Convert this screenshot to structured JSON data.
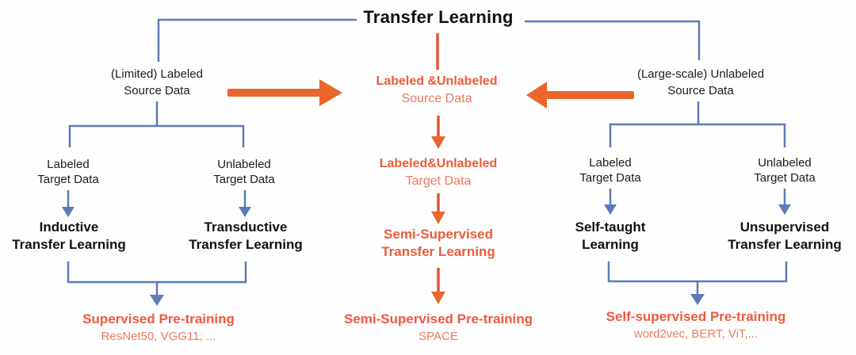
{
  "colors": {
    "blue_line": "#5b7db4",
    "orange_arrow": "#e9662d",
    "orange_heading": "#ef5840",
    "orange_light": "#ed7a5c",
    "black_text": "#1c1c1c"
  },
  "title": "Transfer Learning",
  "left": {
    "source": {
      "line1": "(Limited) Labeled",
      "line2": "Source Data"
    },
    "branch1": {
      "line1": "Labeled",
      "line2": "Target Data"
    },
    "branch2": {
      "line1": "Unlabeled",
      "line2": "Target Data"
    },
    "method1": {
      "line1": "Inductive",
      "line2": "Transfer Learning"
    },
    "method2": {
      "line1": "Transductive",
      "line2": "Transfer Learning"
    },
    "outcome": {
      "heading": "Supervised Pre-training",
      "examples": "ResNet50, VGG11, ..."
    }
  },
  "center": {
    "source": {
      "line1": "Labeled &Unlabeled",
      "line2": "Source Data"
    },
    "target": {
      "line1": "Labeled&Unlabeled",
      "line2": "Target Data"
    },
    "method": {
      "line1": "Semi-Supervised",
      "line2": "Transfer Learning"
    },
    "outcome": {
      "heading": "Semi-Supervised Pre-training",
      "examples": "SPACE"
    }
  },
  "right": {
    "source": {
      "line1": "(Large-scale) Unlabeled",
      "line2": "Source Data"
    },
    "branch1": {
      "line1": "Labeled",
      "line2": "Target Data"
    },
    "branch2": {
      "line1": "Unlabeled",
      "line2": "Target Data"
    },
    "method1": {
      "line1": "Self-taught",
      "line2": "Learning"
    },
    "method2": {
      "line1": "Unsupervised",
      "line2": "Transfer Learning"
    },
    "outcome": {
      "heading": "Self-supervised Pre-training",
      "examples": "word2vec, BERT, ViT,..."
    }
  }
}
